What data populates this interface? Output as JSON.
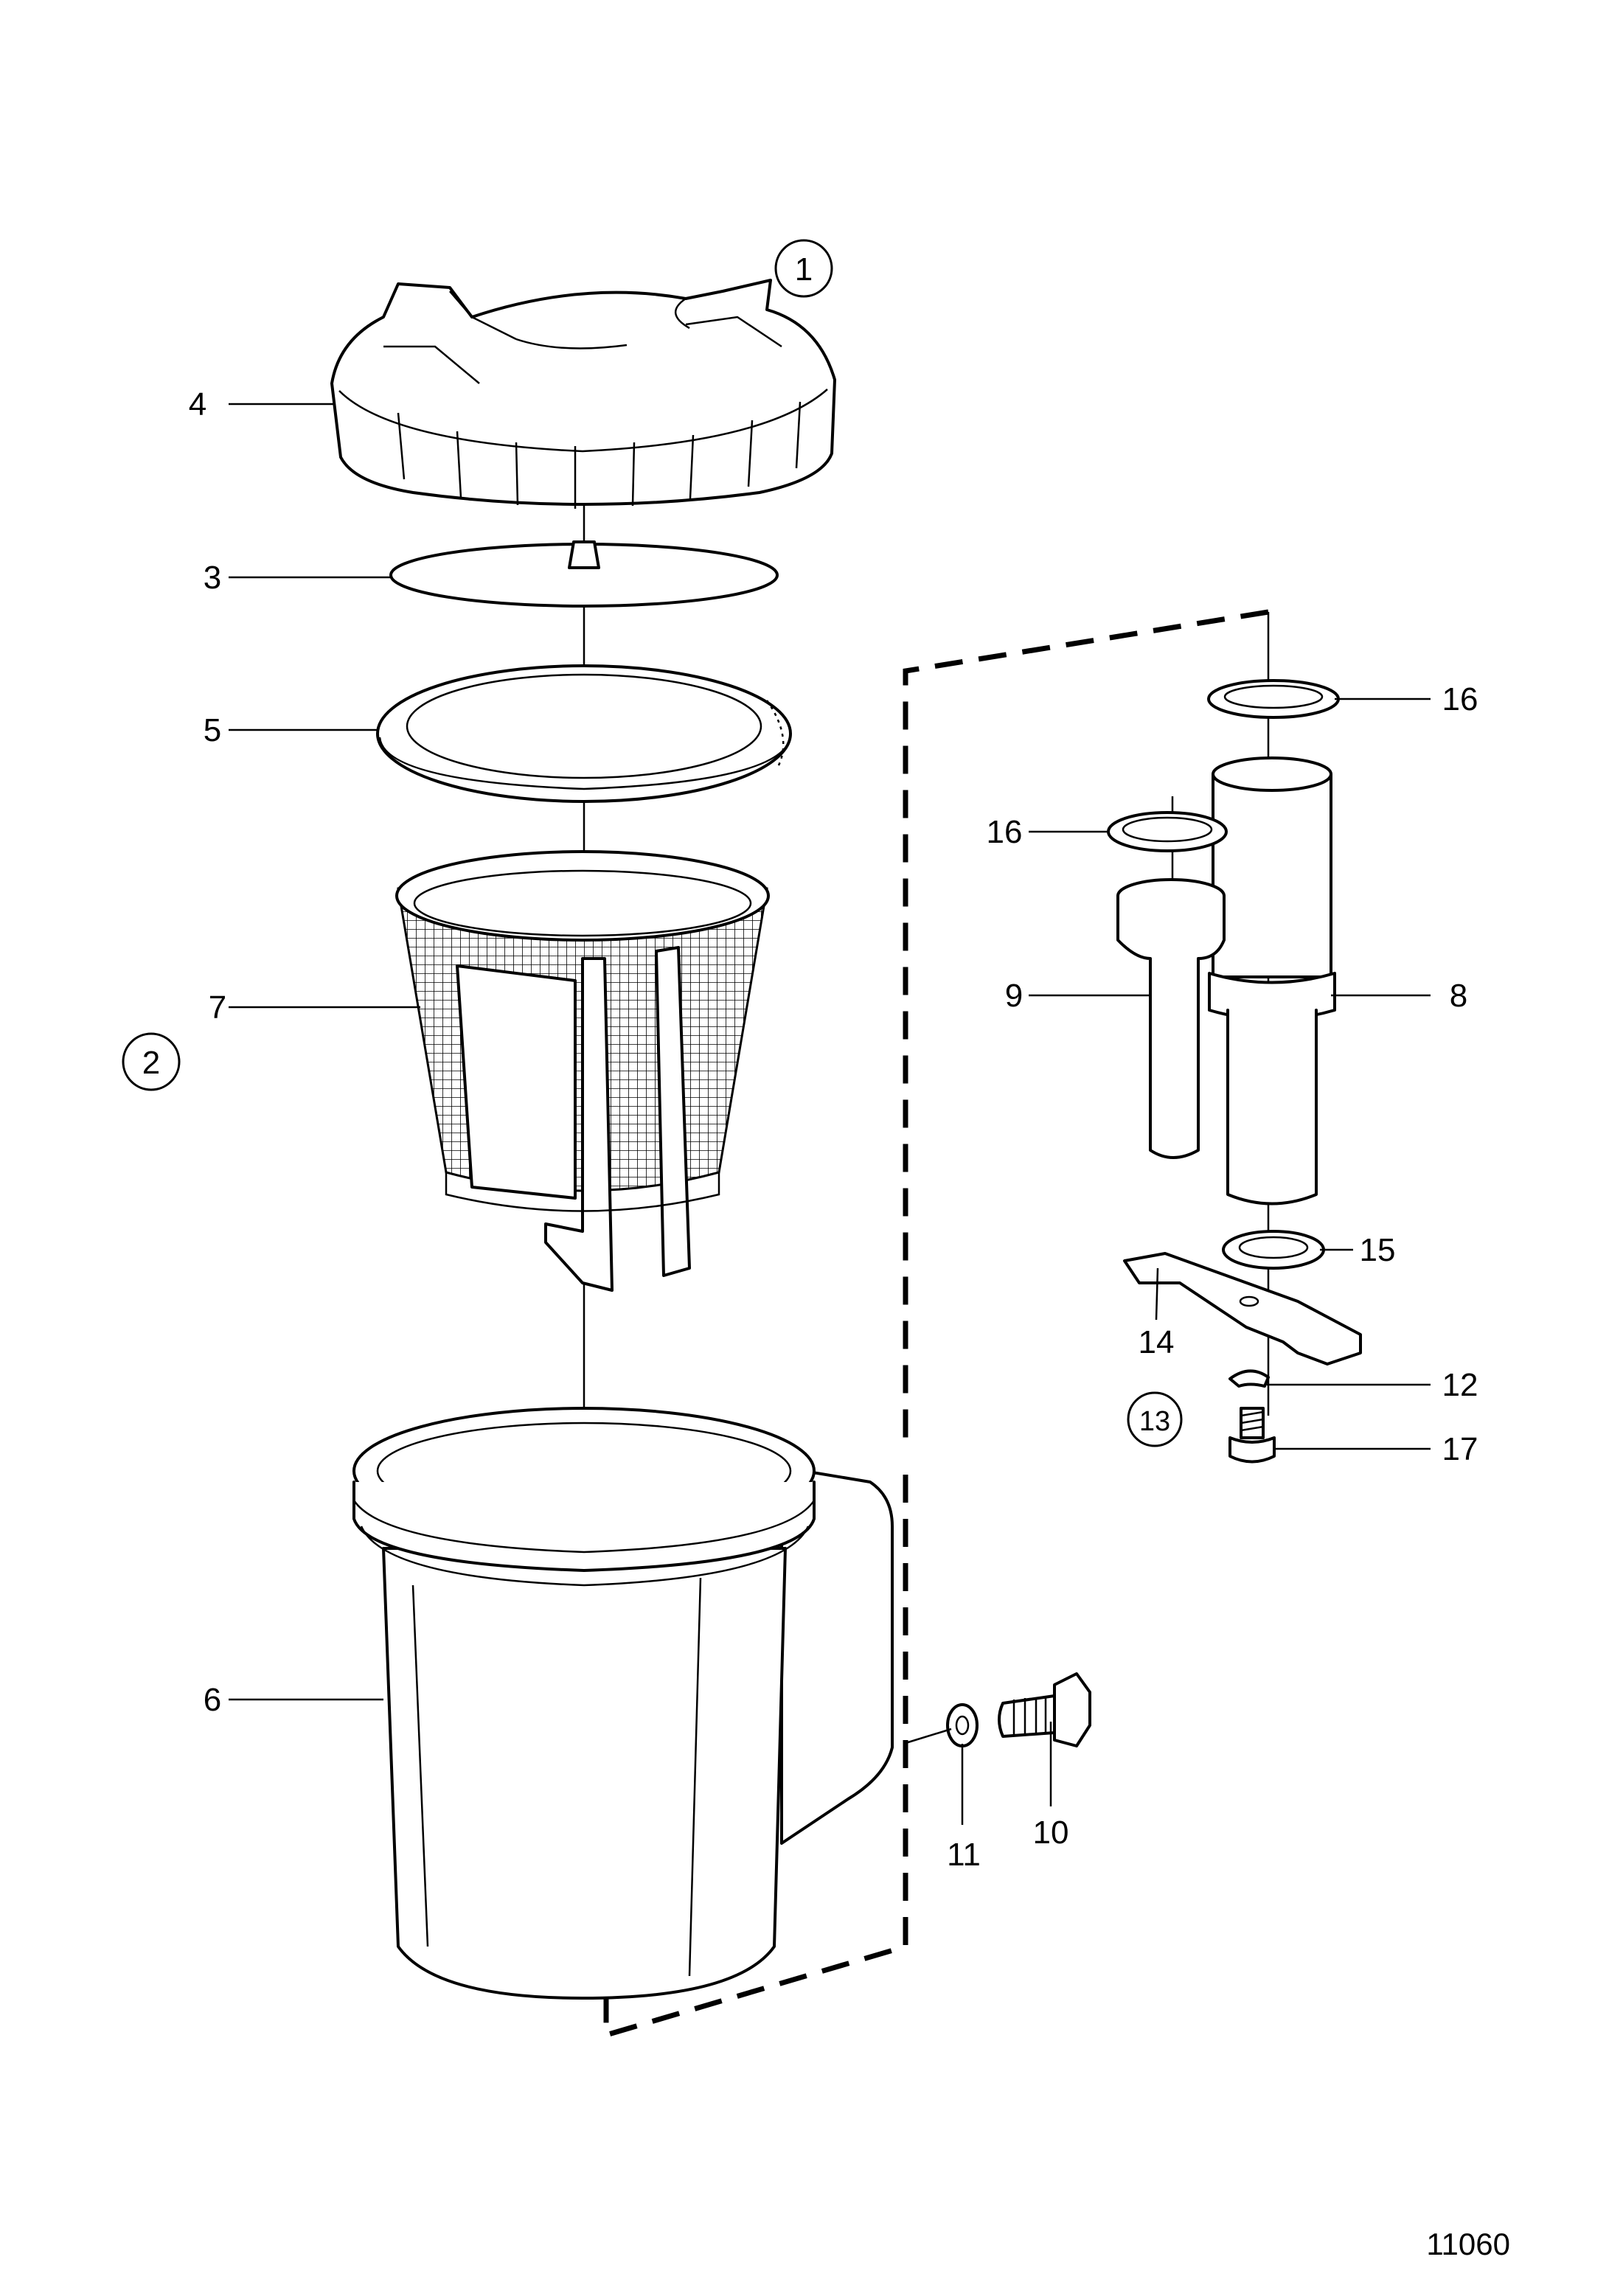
{
  "drawing_number": "11060",
  "callouts": [
    {
      "id": "c1",
      "text": "1",
      "circled": true
    },
    {
      "id": "c2",
      "text": "2",
      "circled": true
    },
    {
      "id": "c13",
      "text": "13",
      "circled": true
    },
    {
      "id": "p3",
      "text": "3"
    },
    {
      "id": "p4",
      "text": "4"
    },
    {
      "id": "p5",
      "text": "5"
    },
    {
      "id": "p6",
      "text": "6"
    },
    {
      "id": "p7",
      "text": "7"
    },
    {
      "id": "p8",
      "text": "8"
    },
    {
      "id": "p9",
      "text": "9"
    },
    {
      "id": "p10",
      "text": "10"
    },
    {
      "id": "p11",
      "text": "11"
    },
    {
      "id": "p12",
      "text": "12"
    },
    {
      "id": "p14",
      "text": "14"
    },
    {
      "id": "p15",
      "text": "15"
    },
    {
      "id": "p16a",
      "text": "16"
    },
    {
      "id": "p16b",
      "text": "16"
    },
    {
      "id": "p17",
      "text": "17"
    }
  ]
}
